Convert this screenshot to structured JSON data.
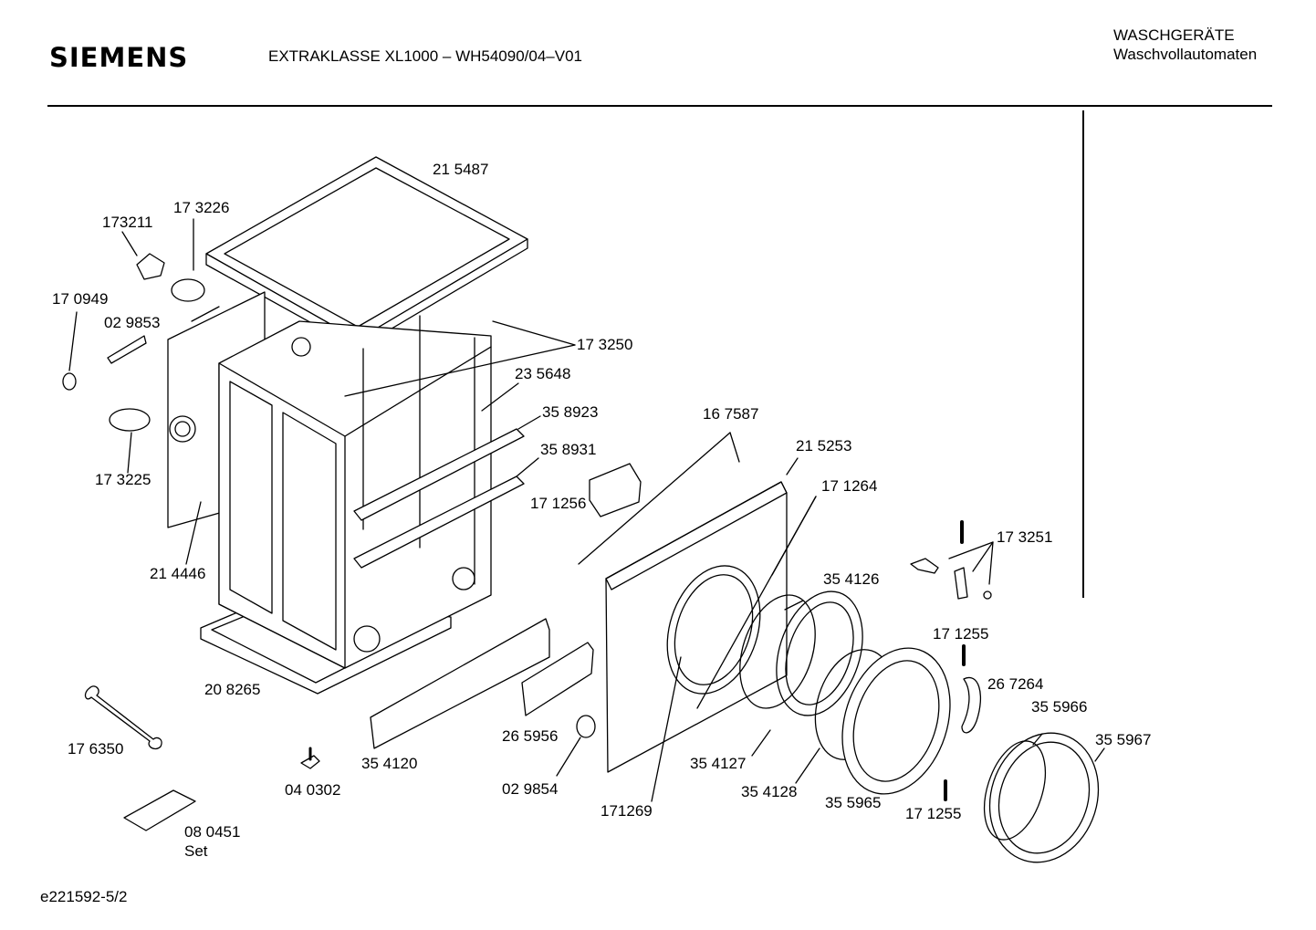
{
  "header": {
    "brand": "SIEMENS",
    "model": "EXTRAKLASSE XL1000 – WH54090/04–V01",
    "category_line1": "WASCHGERÄTE",
    "category_line2": "Waschvollautomaten"
  },
  "labels": [
    {
      "id": "p215487",
      "text": "21 5487"
    },
    {
      "id": "p173226",
      "text": "17 3226"
    },
    {
      "id": "p173211",
      "text": "173211"
    },
    {
      "id": "p170949",
      "text": "17 0949"
    },
    {
      "id": "p029853",
      "text": "02 9853"
    },
    {
      "id": "p173250",
      "text": "17 3250"
    },
    {
      "id": "p235648",
      "text": "23 5648"
    },
    {
      "id": "p358923",
      "text": "35 8923"
    },
    {
      "id": "p358931",
      "text": "35 8931"
    },
    {
      "id": "p171256",
      "text": "17 1256"
    },
    {
      "id": "p167587",
      "text": "16 7587"
    },
    {
      "id": "p215253",
      "text": "21 5253"
    },
    {
      "id": "p171264",
      "text": "17 1264"
    },
    {
      "id": "p173225",
      "text": "17 3225"
    },
    {
      "id": "p214446",
      "text": "21 4446"
    },
    {
      "id": "p173251",
      "text": "17 3251"
    },
    {
      "id": "p354126",
      "text": "35 4126"
    },
    {
      "id": "p171255a",
      "text": "17 1255"
    },
    {
      "id": "p267264",
      "text": "26 7264"
    },
    {
      "id": "p355966",
      "text": "35 5966"
    },
    {
      "id": "p355967",
      "text": "35 5967"
    },
    {
      "id": "p208265",
      "text": "20 8265"
    },
    {
      "id": "p176350",
      "text": "17 6350"
    },
    {
      "id": "p354120",
      "text": "35 4120"
    },
    {
      "id": "p265956",
      "text": "26 5956"
    },
    {
      "id": "p040302",
      "text": "04 0302"
    },
    {
      "id": "p029854",
      "text": "02 9854"
    },
    {
      "id": "p171269",
      "text": "171269"
    },
    {
      "id": "p354127",
      "text": "35 4127"
    },
    {
      "id": "p354128",
      "text": "35 4128"
    },
    {
      "id": "p355965",
      "text": "35 5965"
    },
    {
      "id": "p171255b",
      "text": "17 1255"
    },
    {
      "id": "p080451",
      "text": "08 0451"
    },
    {
      "id": "pset",
      "text": "Set"
    }
  ],
  "footer": {
    "drawing_id": "e221592-5/2"
  }
}
